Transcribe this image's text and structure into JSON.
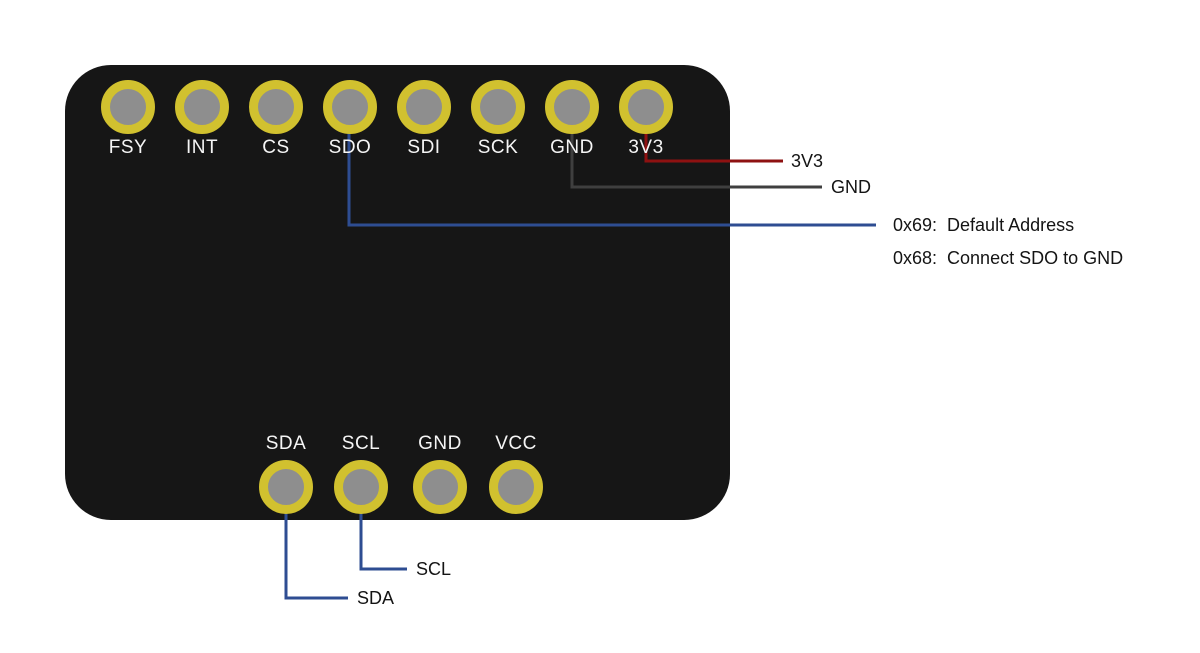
{
  "pins": {
    "top": [
      "FSY",
      "INT",
      "CS",
      "SDO",
      "SDI",
      "SCK",
      "GND",
      "3V3"
    ],
    "bottom": [
      "SDA",
      "SCL",
      "GND",
      "VCC"
    ]
  },
  "annotations": {
    "power": "3V3",
    "ground": "GND",
    "addr_line1": "0x69:  Default Address",
    "addr_line2": "0x68:  Connect SDO to GND",
    "scl": "SCL",
    "sda": "SDA"
  },
  "colors": {
    "board": "#161616",
    "pin_ring": "#d1c12f",
    "pin_center": "#8e8e8e",
    "wire_3v3": "#8e1111",
    "wire_gnd": "#3f3f3f",
    "wire_signal": "#2e4d92",
    "annotation_text": "#141414",
    "pin_label": "#f5f5f5"
  }
}
